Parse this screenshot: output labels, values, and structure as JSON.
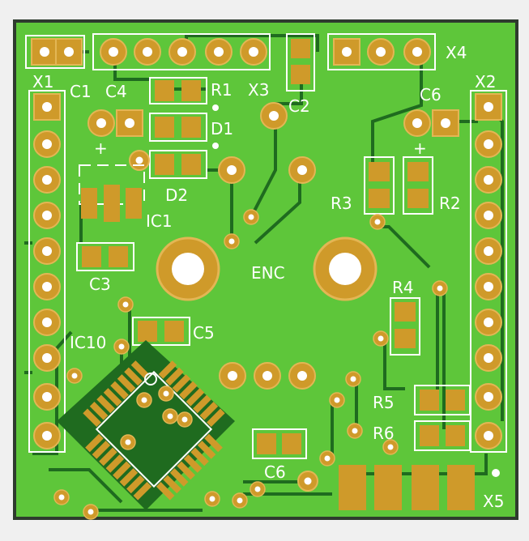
{
  "board": {
    "colors": {
      "background": "#f0f0f0",
      "border": "#2e3b2e",
      "copper_fill": "#5ec63a",
      "trace_dark": "#1f6b1f",
      "pad": "#cf9a2a",
      "pad_light": "#e3b654",
      "hole": "#ffffff",
      "silkscreen": "#ffffff"
    }
  },
  "labels": {
    "x1": "X1",
    "x2": "X2",
    "x3": "X3",
    "x4": "X4",
    "x5": "X5",
    "c1": "C1",
    "c2": "C2",
    "c3": "C3",
    "c4": "C4",
    "c5": "C5",
    "c6_top": "C6",
    "c6_bottom": "C6",
    "r1": "R1",
    "r2": "R2",
    "r3": "R3",
    "r4": "R4",
    "r5": "R5",
    "r6": "R6",
    "d1": "D1",
    "d2": "D2",
    "ic1": "IC1",
    "ic10": "IC10",
    "enc": "ENC",
    "plus_left": "+",
    "plus_right": "+"
  }
}
